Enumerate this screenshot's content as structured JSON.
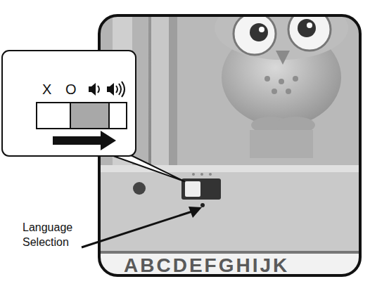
{
  "diagram": {
    "labels": [
      "X",
      "O",
      "Language Selection",
      "ABCDEFGHIJK"
    ]
  }
}
